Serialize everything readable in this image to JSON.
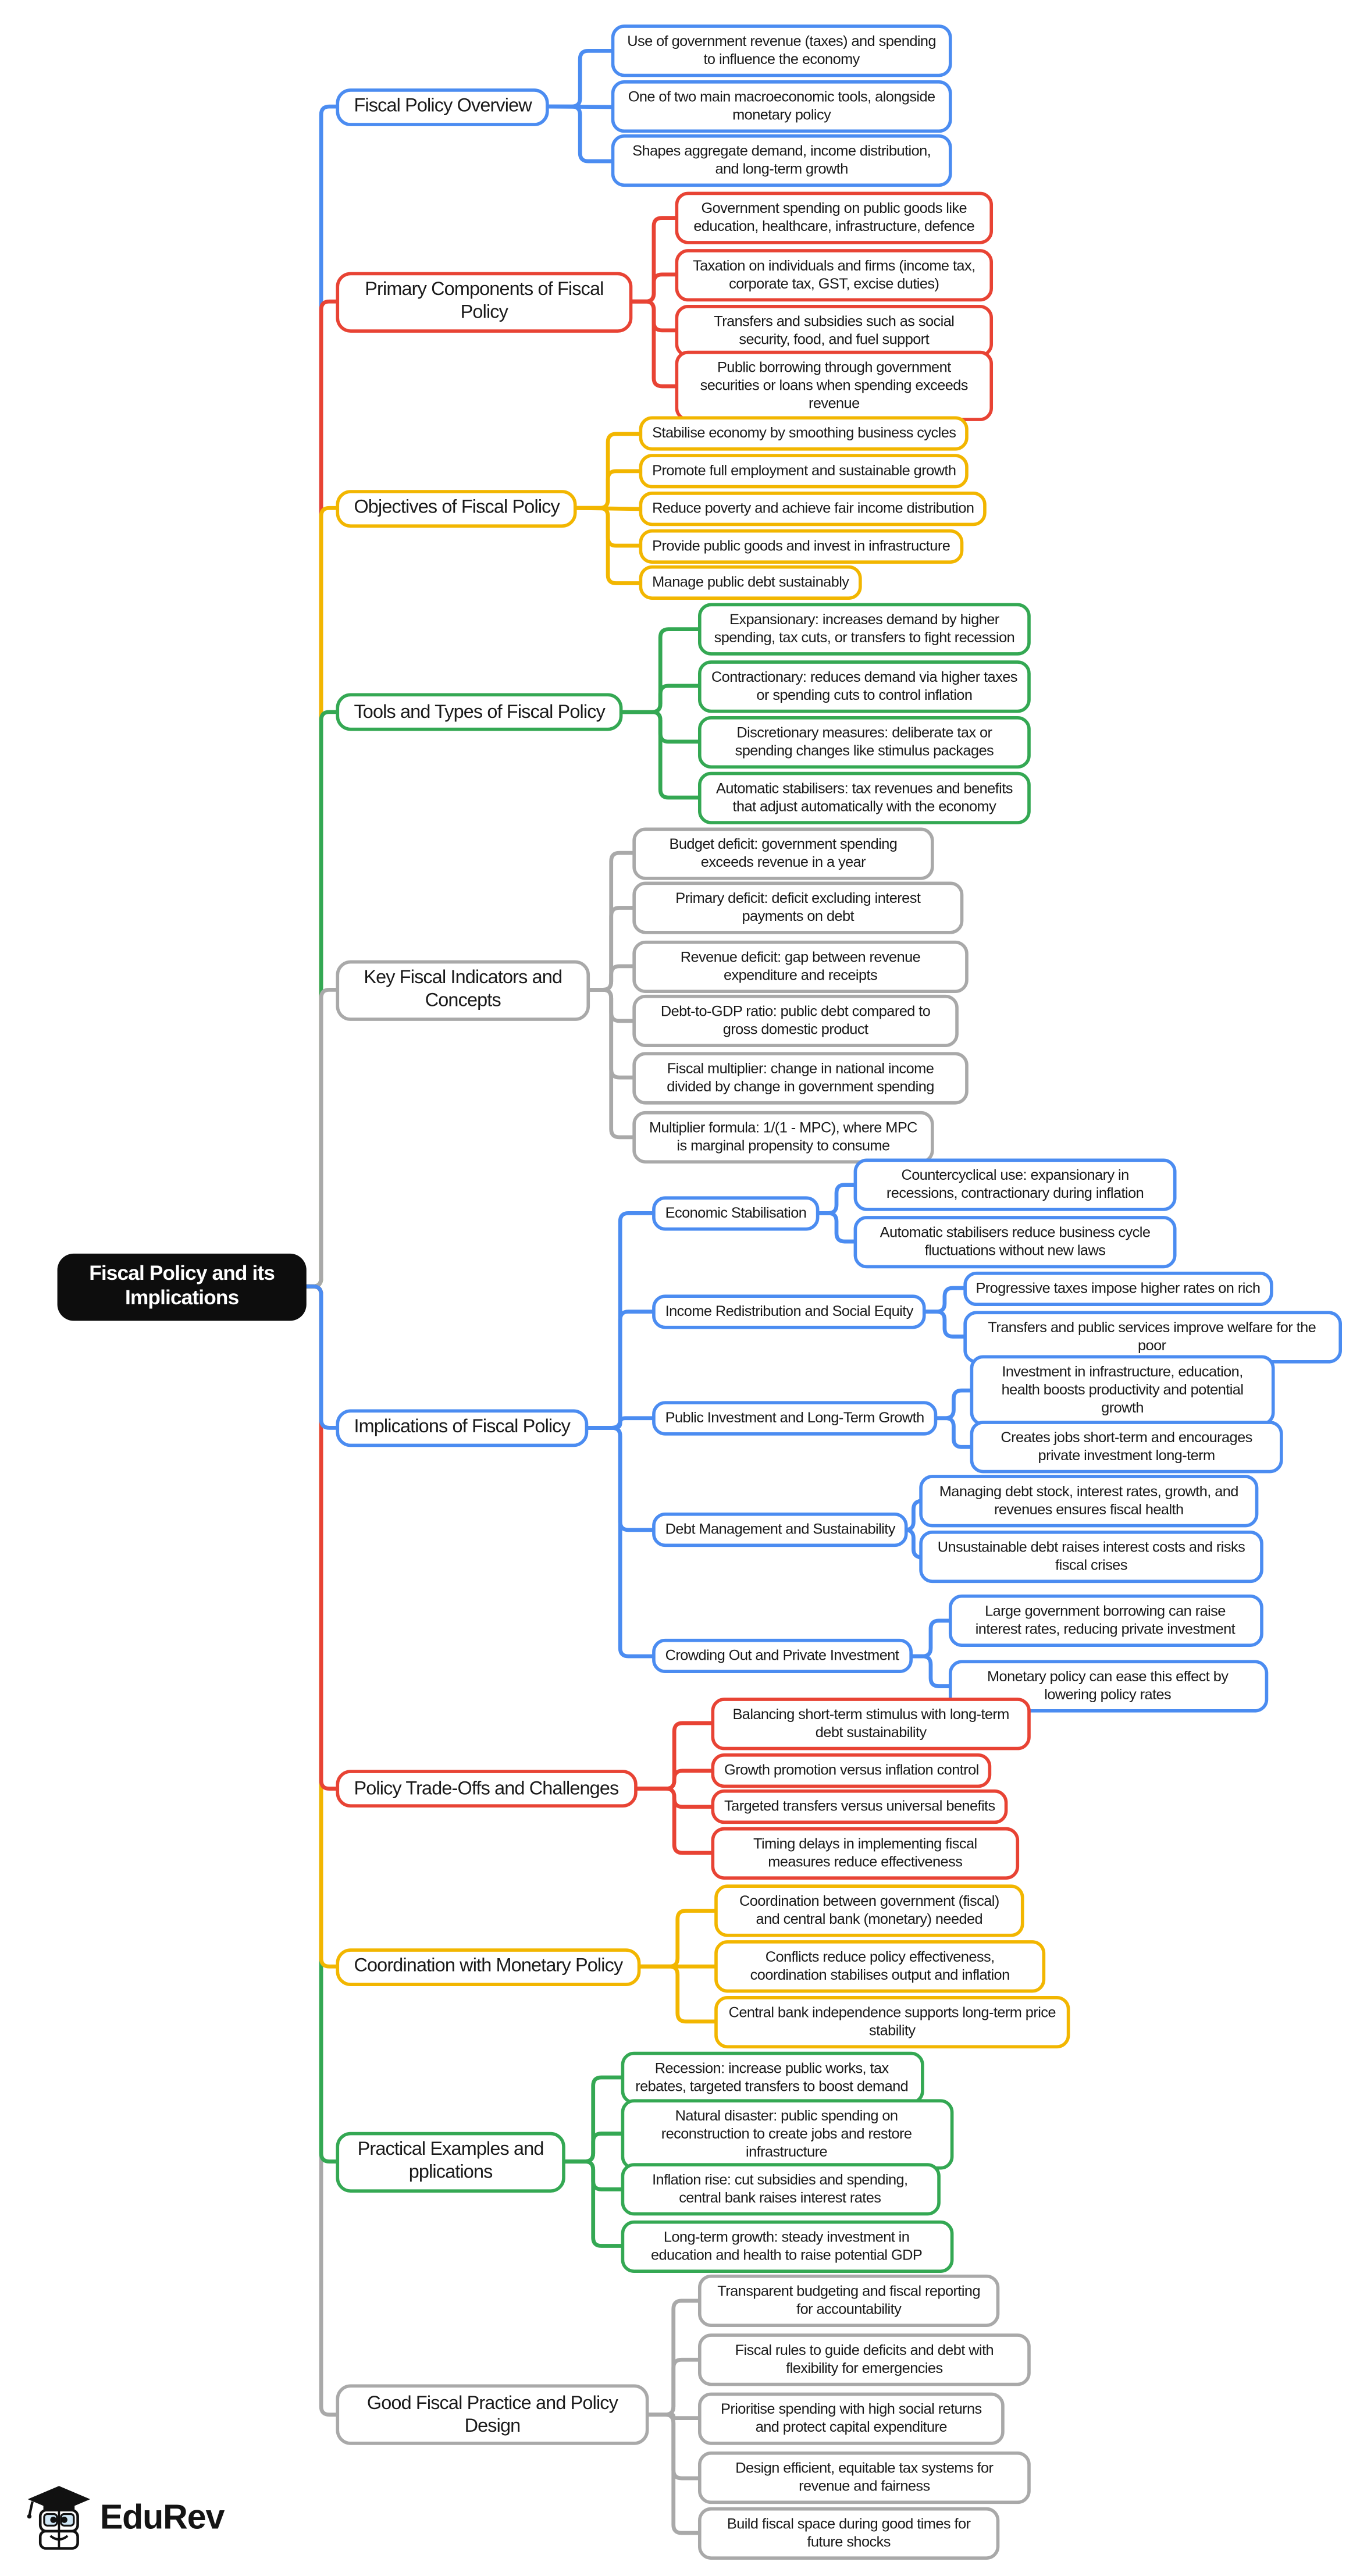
{
  "root": {
    "label": "Fiscal Policy and its Implications"
  },
  "colors": {
    "blue": "#4b8cf1",
    "red": "#e84334",
    "yellow": "#f2b600",
    "green": "#34a853",
    "gray": "#a9a9a9",
    "root_bg": "#0d0d0d",
    "root_text": "#ffffff"
  },
  "branches": [
    {
      "label": "Fiscal Policy Overview",
      "children": [
        "Use of government revenue (taxes) and spending to influence the economy",
        "One of two main macroeconomic tools, alongside monetary policy",
        "Shapes aggregate demand, income distribution, and long-term growth"
      ]
    },
    {
      "label": "Primary Components of Fiscal Policy",
      "children": [
        "Government spending on public goods like education, healthcare, infrastructure, defence",
        "Taxation on individuals and firms (income tax, corporate tax, GST, excise duties)",
        "Transfers and subsidies such as social security, food, and fuel support",
        "Public borrowing through government securities or loans when spending exceeds revenue"
      ]
    },
    {
      "label": "Objectives of Fiscal Policy",
      "children": [
        "Stabilise economy by smoothing business cycles",
        "Promote full employment and sustainable growth",
        "Reduce poverty and achieve fair income distribution",
        "Provide public goods and invest in infrastructure",
        "Manage public debt sustainably"
      ]
    },
    {
      "label": "Tools and Types of Fiscal Policy",
      "children": [
        "Expansionary: increases demand by higher spending, tax cuts, or transfers to fight recession",
        "Contractionary: reduces demand via higher taxes or spending cuts to control inflation",
        "Discretionary measures: deliberate tax or spending changes like stimulus packages",
        "Automatic stabilisers: tax revenues and benefits that adjust automatically with the economy"
      ]
    },
    {
      "label": "Key Fiscal Indicators and Concepts",
      "children": [
        "Budget deficit: government spending exceeds revenue in a year",
        "Primary deficit: deficit excluding interest payments on debt",
        "Revenue deficit: gap between revenue expenditure and receipts",
        "Debt-to-GDP ratio: public debt compared to gross domestic product",
        "Fiscal multiplier: change in national income divided by change in government spending",
        "Multiplier formula: 1/(1 - MPC), where MPC is marginal propensity to consume"
      ]
    },
    {
      "label": "Implications of Fiscal Policy",
      "children": [
        {
          "label": "Economic Stabilisation",
          "children": [
            "Countercyclical use: expansionary in recessions, contractionary during inflation",
            "Automatic stabilisers reduce business cycle fluctuations without new laws"
          ]
        },
        {
          "label": "Income Redistribution and Social Equity",
          "children": [
            "Progressive taxes impose higher rates on rich",
            "Transfers and public services improve welfare for the poor"
          ]
        },
        {
          "label": "Public Investment and Long-Term Growth",
          "children": [
            "Investment in infrastructure, education, health boosts productivity and potential growth",
            "Creates jobs short-term and encourages private investment long-term"
          ]
        },
        {
          "label": "Debt Management and Sustainability",
          "children": [
            "Managing debt stock, interest rates, growth, and revenues ensures fiscal health",
            "Unsustainable debt raises interest costs and risks fiscal crises"
          ]
        },
        {
          "label": "Crowding Out and Private Investment",
          "children": [
            "Large government borrowing can raise interest rates, reducing private investment",
            "Monetary policy can ease this effect by lowering policy rates"
          ]
        }
      ]
    },
    {
      "label": "Policy Trade-Offs and Challenges",
      "children": [
        "Balancing short-term stimulus with long-term debt sustainability",
        "Growth promotion versus inflation control",
        "Targeted transfers versus universal benefits",
        "Timing delays in implementing fiscal measures reduce effectiveness"
      ]
    },
    {
      "label": "Coordination with Monetary Policy",
      "children": [
        "Coordination between government (fiscal) and central bank (monetary) needed",
        "Conflicts reduce policy effectiveness, coordination stabilises output and inflation",
        "Central bank independence supports long-term price stability"
      ]
    },
    {
      "label": "Practical Examples and pplications",
      "children": [
        "Recession: increase public works, tax rebates, targeted transfers to boost demand",
        "Natural disaster: public spending on reconstruction to create jobs and restore infrastructure",
        "Inflation rise: cut subsidies and spending, central bank raises interest rates",
        "Long-term growth: steady investment in education and health to raise potential GDP"
      ]
    },
    {
      "label": "Good Fiscal Practice and Policy Design",
      "children": [
        "Transparent budgeting and fiscal reporting for accountability",
        "Fiscal rules to guide deficits and debt with flexibility for emergencies",
        "Prioritise spending with high social returns and protect capital expenditure",
        "Design efficient, equitable tax systems for revenue and fairness",
        "Build fiscal space during good times for future shocks"
      ]
    }
  ],
  "logo": {
    "brand": "EduRev"
  }
}
